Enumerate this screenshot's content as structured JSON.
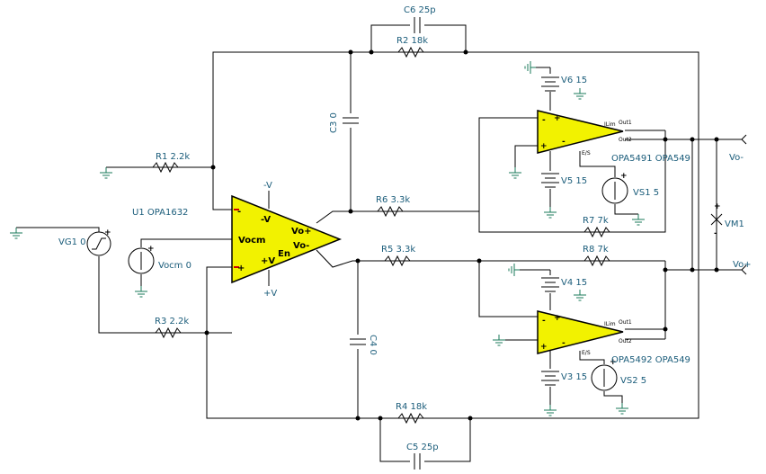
{
  "components": {
    "c6": "C6 25p",
    "r2": "R2 18k",
    "v6": "V6 15",
    "c3": "C3 0",
    "r1": "R1 2.2k",
    "vo_minus": "Vo-",
    "vo_plus": "Vo+",
    "opa5491": "OPA5491 OPA549",
    "v5": "V5 15",
    "vs1": "VS1 5",
    "u1": "U1 OPA1632",
    "r6": "R6 3.3k",
    "r7": "R7 7k",
    "vm1": "VM1",
    "vg1": "VG1 0",
    "vocm_src": "Vocm 0",
    "r5": "R5 3.3k",
    "r8": "R8 7k",
    "v4": "V4 15",
    "r3": "R3 2.2k",
    "c4": "C4 0",
    "opa5492": "OPA5492 OPA549",
    "v3": "V3 15",
    "vs2": "VS2 5",
    "r4": "R4 18k",
    "c5": "C5 25p"
  },
  "u1_pins": {
    "neg_v": "-V",
    "pos_v": "+V",
    "vocm": "Vocm",
    "en": "En",
    "vo_plus": "Vo+",
    "vo_minus": "Vo-",
    "in_minus": "-",
    "in_plus": "+",
    "supply_neg": "-V",
    "supply_pos": "+V"
  },
  "opa549_pins": {
    "ilim": "ILim",
    "out1": "Out1",
    "out2": "Out2",
    "es": "E/S"
  },
  "colors": {
    "opamp_fill": "#f2f200",
    "wire": "#000000",
    "label": "#1a5c7a",
    "ground": "#1a7a5a",
    "pin_mark": "#cc0000"
  }
}
